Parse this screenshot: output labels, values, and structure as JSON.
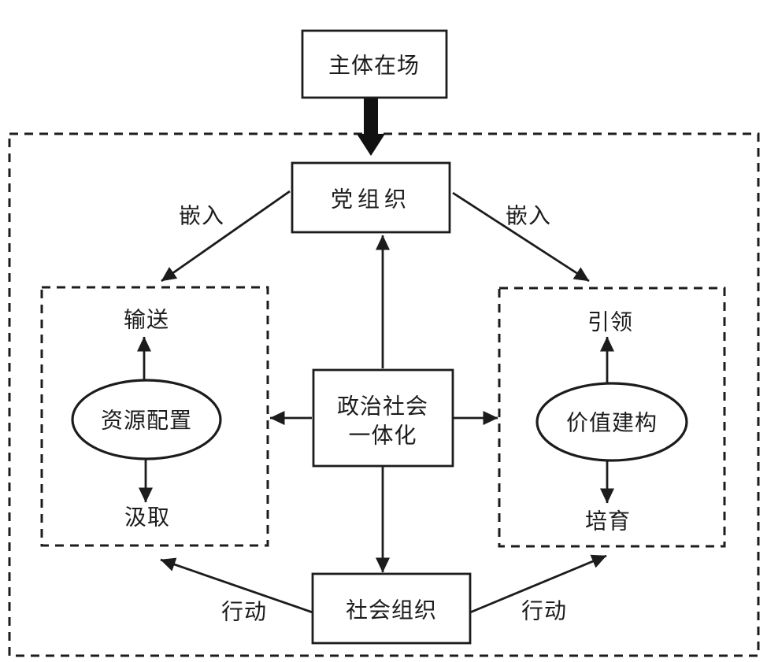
{
  "diagram": {
    "nodes": {
      "subject": "主体在场",
      "party": "党组织",
      "integration_line1": "政治社会",
      "integration_line2": "一体化",
      "social": "社会组织",
      "resource": "资源配置",
      "value": "价值建构"
    },
    "labels": {
      "embed_left": "嵌入",
      "embed_right": "嵌入",
      "transport": "输送",
      "extract": "汲取",
      "lead": "引领",
      "cultivate": "培育",
      "action_left": "行动",
      "action_right": "行动"
    },
    "colors": {
      "line": "#1c1c1c",
      "background": "#ffffff"
    }
  }
}
